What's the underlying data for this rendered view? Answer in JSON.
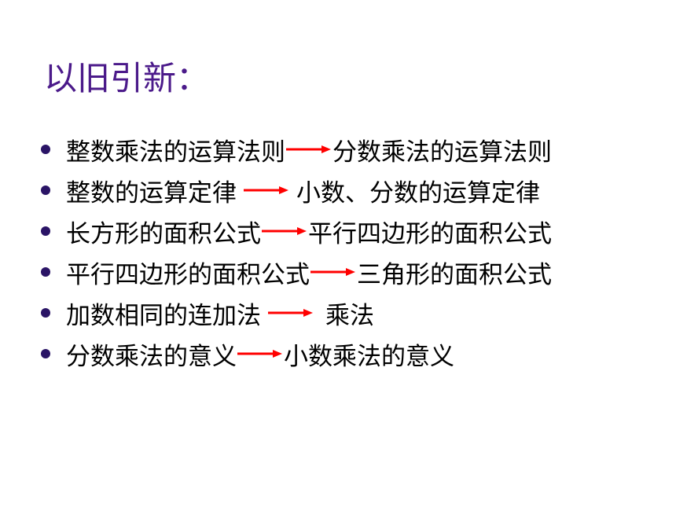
{
  "title": "以旧引新：",
  "colors": {
    "title": "#4b1a8a",
    "bullet": "#2a1466",
    "arrow": "#ff0000",
    "text": "#000000"
  },
  "icons": {
    "bullet": "bullet-dot-icon",
    "arrow": "right-arrow-icon"
  },
  "items": [
    {
      "from": "整数乘法的运算法则",
      "to": "分数乘法的运算法则"
    },
    {
      "from": "整数的运算定律",
      "to": "小数、分数的运算定律"
    },
    {
      "from": "长方形的面积公式",
      "to": "平行四边形的面积公式"
    },
    {
      "from": "平行四边形的面积公式",
      "to": "三角形的面积公式"
    },
    {
      "from": "加数相同的连加法",
      "to": "乘法"
    },
    {
      "from": "分数乘法的意义",
      "to": "小数乘法的意义"
    }
  ]
}
